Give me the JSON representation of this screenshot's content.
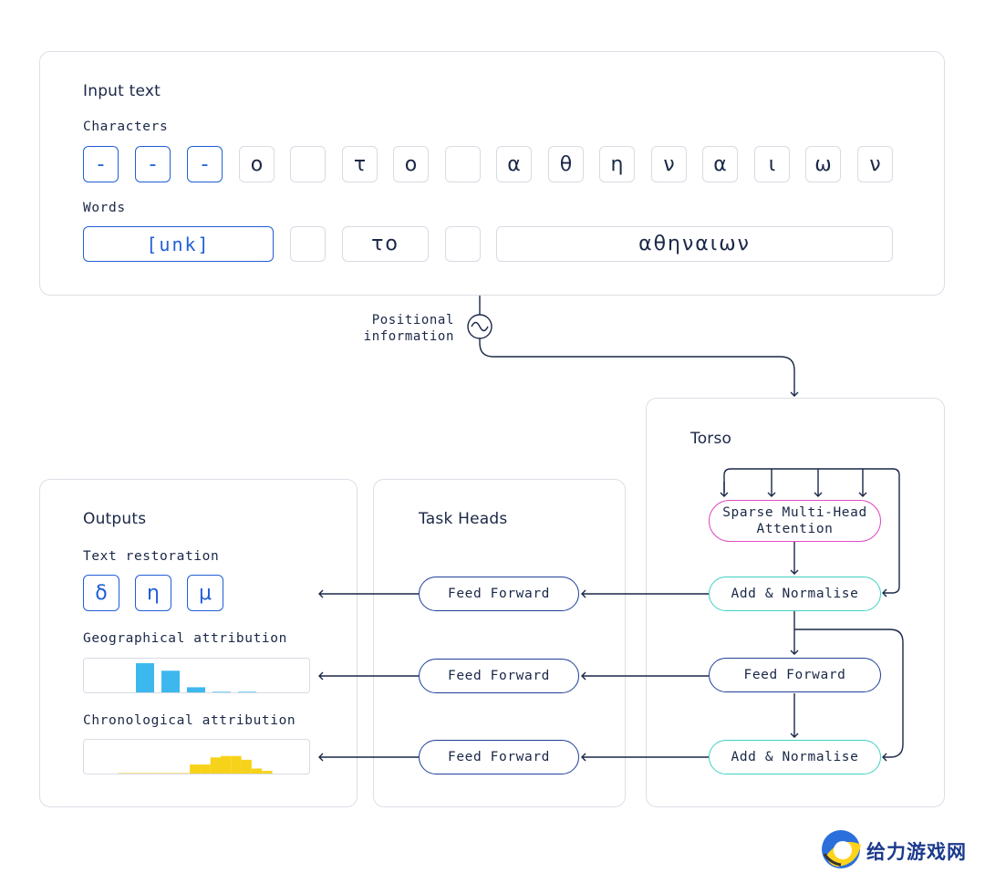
{
  "input": {
    "title": "Input text",
    "characters_label": "Characters",
    "characters": [
      {
        "text": "-",
        "masked": true
      },
      {
        "text": "-",
        "masked": true
      },
      {
        "text": "-",
        "masked": true
      },
      {
        "text": "ο",
        "masked": false
      },
      {
        "text": "",
        "masked": false
      },
      {
        "text": "τ",
        "masked": false
      },
      {
        "text": "ο",
        "masked": false
      },
      {
        "text": "",
        "masked": false
      },
      {
        "text": "α",
        "masked": false
      },
      {
        "text": "θ",
        "masked": false
      },
      {
        "text": "η",
        "masked": false
      },
      {
        "text": "ν",
        "masked": false
      },
      {
        "text": "α",
        "masked": false
      },
      {
        "text": "ι",
        "masked": false
      },
      {
        "text": "ω",
        "masked": false
      },
      {
        "text": "ν",
        "masked": false
      }
    ],
    "words_label": "Words",
    "words": [
      {
        "text": "[unk]",
        "masked": true
      },
      {
        "text": "",
        "masked": false
      },
      {
        "text": "το",
        "masked": false
      },
      {
        "text": "",
        "masked": false
      },
      {
        "text": "αθηναιων",
        "masked": false
      }
    ]
  },
  "positional": {
    "line1": "Positional",
    "line2": "information"
  },
  "torso": {
    "title": "Torso",
    "attention": {
      "line1": "Sparse Multi-Head",
      "line2": "Attention"
    },
    "add_norm_1": "Add & Normalise",
    "feed_forward": "Feed Forward",
    "add_norm_2": "Add & Normalise"
  },
  "task_heads": {
    "title": "Task Heads",
    "heads": [
      "Feed Forward",
      "Feed Forward",
      "Feed Forward"
    ]
  },
  "outputs": {
    "title": "Outputs",
    "restoration_label": "Text restoration",
    "restoration_chars": [
      "δ",
      "η",
      "μ"
    ],
    "geo_label": "Geographical attribution",
    "chrono_label": "Chronological attribution"
  },
  "colors": {
    "navy": "#1a2747",
    "blue": "#1f5fd6",
    "teal": "#3fd1c4",
    "pink": "#e04cc3",
    "geo_bar": "#3db8ee",
    "chrono_bar": "#f7d21a"
  },
  "chart_data": [
    {
      "type": "bar",
      "series": [
        {
          "values": [
            1.0,
            0.75,
            0.2,
            0.05,
            0.05
          ]
        }
      ]
    },
    {
      "type": "bar",
      "series": [
        {
          "values": [
            0.03,
            0.03,
            0.03,
            0.03,
            0.03,
            0.03,
            0.05,
            0.42,
            0.42,
            0.72,
            0.78,
            0.78,
            0.62,
            0.25,
            0.15
          ]
        }
      ]
    }
  ],
  "logo": {
    "text": "给力游戏网"
  }
}
